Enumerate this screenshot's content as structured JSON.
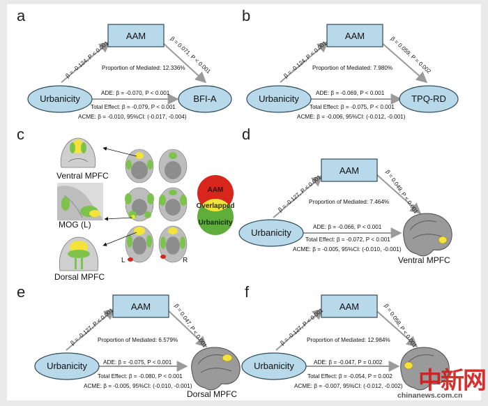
{
  "panels": {
    "a": {
      "letter": "a",
      "mediator": "AAM",
      "predictor": "Urbanicity",
      "outcome": "BFI-A",
      "path_a": "β = -0.124, P < 0.001",
      "path_b": "β = 0.071, P < 0.001",
      "proportion": "Proportion of Mediated: 12.336%",
      "ade": "ADE: β = -0.070, P < 0.001",
      "total": "Total Effect: β = -0.079, P < 0.001",
      "acme": "ACME: β = -0.010, 95%CI: (-0.017, -0.004)"
    },
    "b": {
      "letter": "b",
      "mediator": "AAM",
      "predictor": "Urbanicity",
      "outcome": "TPQ-RD",
      "path_a": "β = -0.124, P < 0.001",
      "path_b": "β = 0.059, P = 0.002",
      "proportion": "Proportion of Mediated: 7.980%",
      "ade": "ADE: β = -0.069, P < 0.001",
      "total": "Total Effect: β = -0.075, P < 0.001",
      "acme": "ACME: β = -0.006, 95%CI: (-0.012, -0.001)"
    },
    "c": {
      "letter": "c",
      "labels": [
        "Ventral MPFC",
        "MOG (L)",
        "Dorsal MPFC"
      ],
      "venn": [
        "AAM",
        "Overlapped",
        "Urbanicity"
      ],
      "left_mark": "L",
      "right_mark": "R"
    },
    "d": {
      "letter": "d",
      "mediator": "AAM",
      "predictor": "Urbanicity",
      "outcome": "Ventral MPFC",
      "path_a": "β = -0.127, P < 0.001",
      "path_b": "β = 0.049, P < 0.001",
      "proportion": "Proportion of Mediated: 7.464%",
      "ade": "ADE: β = -0.066, P < 0.001",
      "total": "Total Effect: β = -0.072, P < 0.001",
      "acme": "ACME: β = -0.005, 95%CI: (-0.010, -0.001)"
    },
    "e": {
      "letter": "e",
      "mediator": "AAM",
      "predictor": "Urbanicity",
      "outcome": "Dorsal MPFC",
      "path_a": "β = -0.127, P < 0.001",
      "path_b": "β = 0.047, P < 0.001",
      "proportion": "Proportion of Mediated: 6.579%",
      "ade": "ADE: β = -0.075, P < 0.001",
      "total": "Total Effect: β = -0.080, P < 0.001",
      "acme": "ACME: β = -0.005, 95%CI: (-0.010, -0.001)"
    },
    "f": {
      "letter": "f",
      "mediator": "AAM",
      "predictor": "Urbanicity",
      "outcome": "",
      "path_a": "β = -0.127, P < 0.001",
      "path_b": "β = 0.058, P < 0.001",
      "proportion": "Proportion of Mediated: 12.984%",
      "ade": "ADE: β = -0.047, P = 0.002",
      "total": "Total Effect: β = -0.054, P = 0.002",
      "acme": "ACME: β = -0.007, 95%CI: (-0.012, -0.002)"
    }
  },
  "watermark": {
    "cn": "中新网",
    "url": "chinanews.com.cn"
  },
  "colors": {
    "node_fill": "#b8d9ea",
    "node_stroke": "#2e4a5c",
    "arrow": "#9a9a9a",
    "venn_red": "#d9261c",
    "venn_yellow": "#f3e33a",
    "venn_green": "#5fae3b"
  }
}
